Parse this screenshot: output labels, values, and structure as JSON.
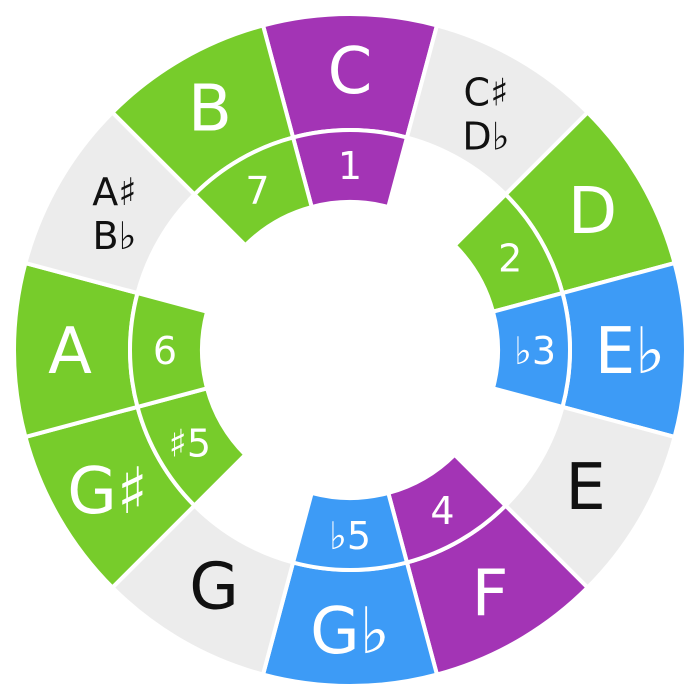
{
  "colors": {
    "green": "#77cc2b",
    "purple": "#a334b5",
    "blue": "#3d9bf6",
    "grey": "#ececec",
    "separator": "#ffffff",
    "text_light": "#ffffff",
    "text_dark": "#111111"
  },
  "notes": [
    {
      "id": "C",
      "label": [
        "C"
      ],
      "color": "purple",
      "highlighted": true,
      "interval": "1"
    },
    {
      "id": "Cs",
      "label": [
        "C♯",
        "D♭"
      ],
      "color": "grey",
      "highlighted": false,
      "interval": null
    },
    {
      "id": "D",
      "label": [
        "D"
      ],
      "color": "green",
      "highlighted": true,
      "interval": "2"
    },
    {
      "id": "Eb",
      "label": [
        "E♭"
      ],
      "color": "blue",
      "highlighted": true,
      "interval": "♭3"
    },
    {
      "id": "E",
      "label": [
        "E"
      ],
      "color": "grey",
      "highlighted": false,
      "interval": null
    },
    {
      "id": "F",
      "label": [
        "F"
      ],
      "color": "purple",
      "highlighted": true,
      "interval": "4"
    },
    {
      "id": "Gb",
      "label": [
        "G♭"
      ],
      "color": "blue",
      "highlighted": true,
      "interval": "♭5"
    },
    {
      "id": "G",
      "label": [
        "G"
      ],
      "color": "grey",
      "highlighted": false,
      "interval": null
    },
    {
      "id": "Gs",
      "label": [
        "G♯"
      ],
      "color": "green",
      "highlighted": true,
      "interval": "♯5"
    },
    {
      "id": "A",
      "label": [
        "A"
      ],
      "color": "green",
      "highlighted": true,
      "interval": "6"
    },
    {
      "id": "As",
      "label": [
        "A♯",
        "B♭"
      ],
      "color": "grey",
      "highlighted": false,
      "interval": null
    },
    {
      "id": "B",
      "label": [
        "B"
      ],
      "color": "green",
      "highlighted": true,
      "interval": "7"
    }
  ]
}
